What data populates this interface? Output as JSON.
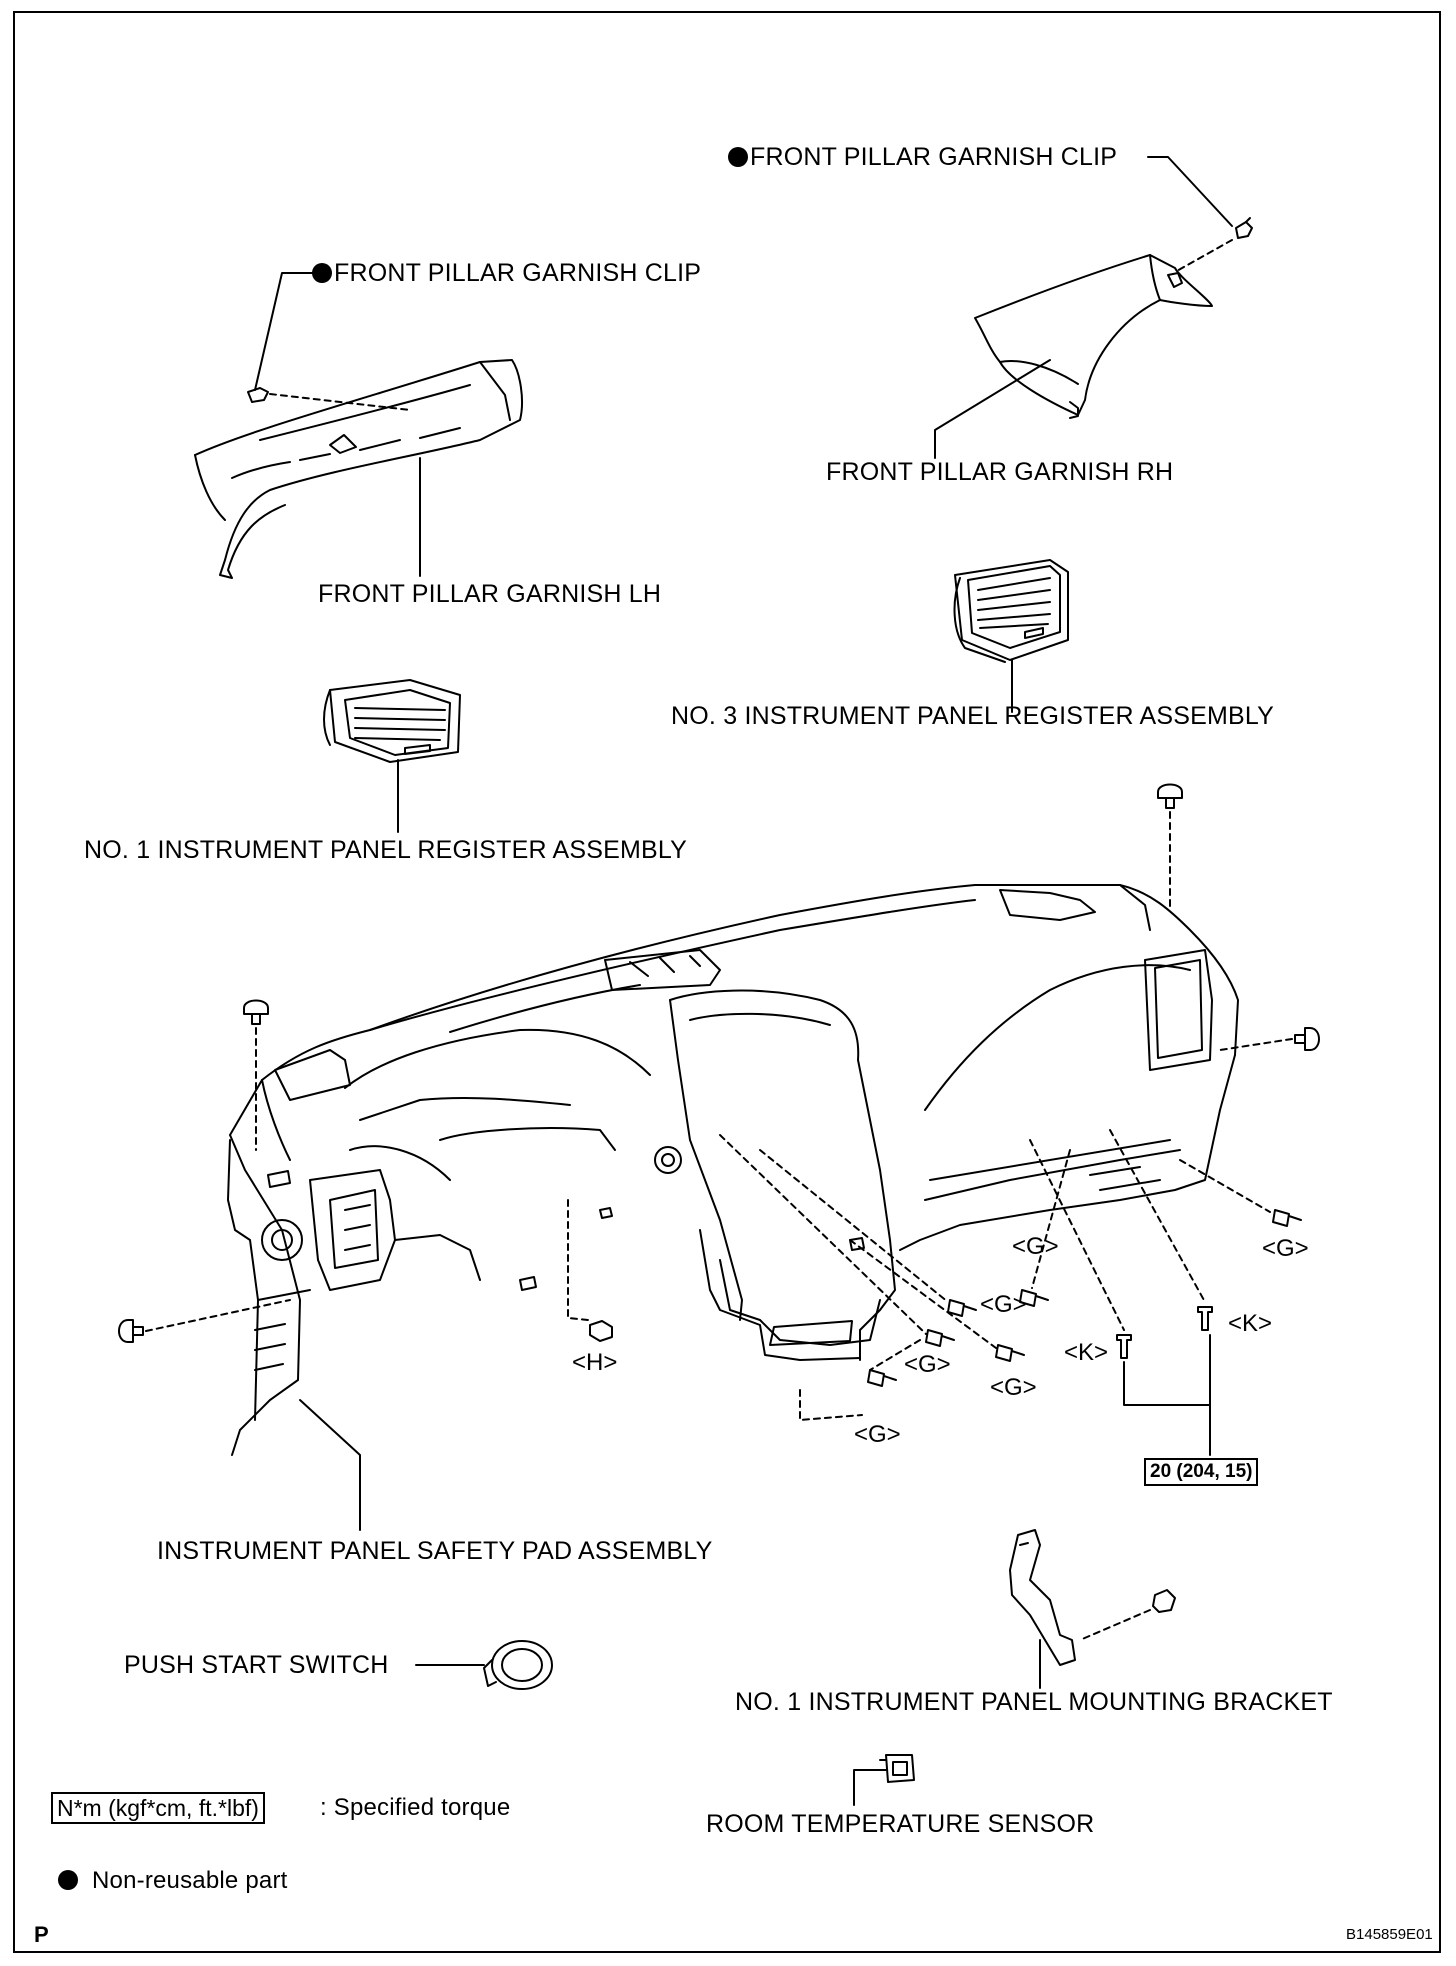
{
  "labels": {
    "clip_rh": "FRONT PILLAR GARNISH CLIP",
    "clip_lh": "FRONT PILLAR GARNISH CLIP",
    "garnish_rh": "FRONT PILLAR GARNISH RH",
    "garnish_lh": "FRONT PILLAR GARNISH LH",
    "register_no3": "NO. 3 INSTRUMENT PANEL REGISTER ASSEMBLY",
    "register_no1": "NO. 1 INSTRUMENT PANEL REGISTER ASSEMBLY",
    "safety_pad": "INSTRUMENT PANEL SAFETY PAD ASSEMBLY",
    "push_start": "PUSH START SWITCH",
    "mounting_bracket": "NO. 1 INSTRUMENT PANEL MOUNTING BRACKET",
    "temp_sensor": "ROOM TEMPERATURE SENSOR"
  },
  "fastener_tags": {
    "g1": "<G>",
    "g2": "<G>",
    "g3": "<G>",
    "g4": "<G>",
    "g5": "<G>",
    "g6": "<G>",
    "h": "<H>",
    "k1": "<K>",
    "k2": "<K>"
  },
  "torque": "20 (204, 15)",
  "legend": {
    "torque_unit": "N*m (kgf*cm, ft.*lbf)",
    "torque_text": ": Specified torque",
    "nonreusable_text": "Non-reusable part"
  },
  "footer": {
    "p_mark": "P",
    "code": "B145859E01"
  }
}
